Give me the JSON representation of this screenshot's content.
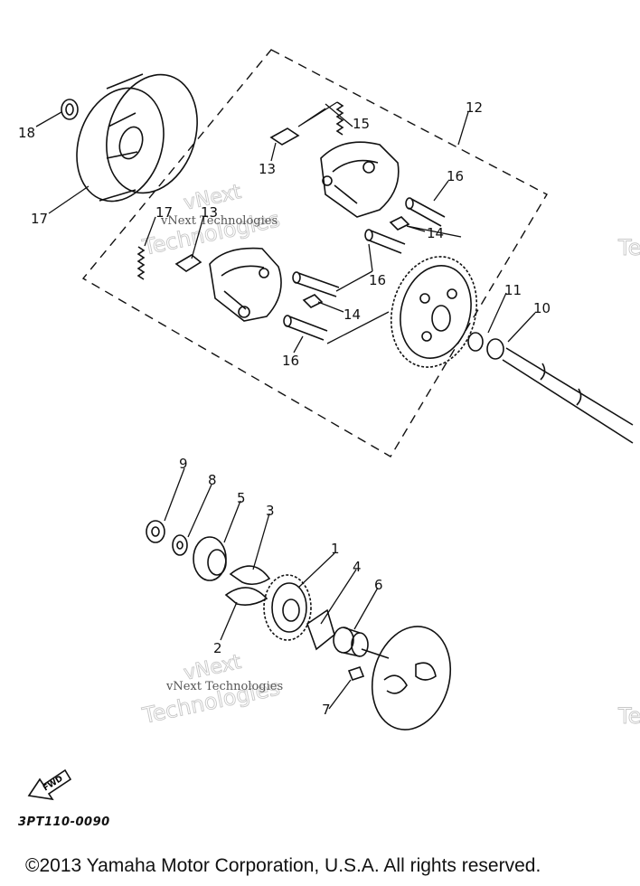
{
  "callouts": [
    {
      "id": "18",
      "label": "18"
    },
    {
      "id": "17",
      "label": "17"
    },
    {
      "id": "15",
      "label": "15"
    },
    {
      "id": "12",
      "label": "12"
    },
    {
      "id": "13a",
      "label": "13"
    },
    {
      "id": "16a",
      "label": "16"
    },
    {
      "id": "13b",
      "label": "13"
    },
    {
      "id": "17b",
      "label": "17"
    },
    {
      "id": "14a",
      "label": "14"
    },
    {
      "id": "16b",
      "label": "16"
    },
    {
      "id": "14b",
      "label": "14"
    },
    {
      "id": "16c",
      "label": "16"
    },
    {
      "id": "11",
      "label": "11"
    },
    {
      "id": "10",
      "label": "10"
    },
    {
      "id": "9",
      "label": "9"
    },
    {
      "id": "8",
      "label": "8"
    },
    {
      "id": "5",
      "label": "5"
    },
    {
      "id": "3",
      "label": "3"
    },
    {
      "id": "1",
      "label": "1"
    },
    {
      "id": "4",
      "label": "4"
    },
    {
      "id": "6",
      "label": "6"
    },
    {
      "id": "2",
      "label": "2"
    },
    {
      "id": "7",
      "label": "7"
    }
  ],
  "watermarks": {
    "line1": "vNext",
    "line2": "Technologies",
    "small": "vNext Technologies",
    "edge": "Te"
  },
  "fwd_label": "FWD",
  "diagram_code": "3PT110-0090",
  "copyright": "©2013 Yamaha Motor Corporation, U.S.A. All rights reserved."
}
